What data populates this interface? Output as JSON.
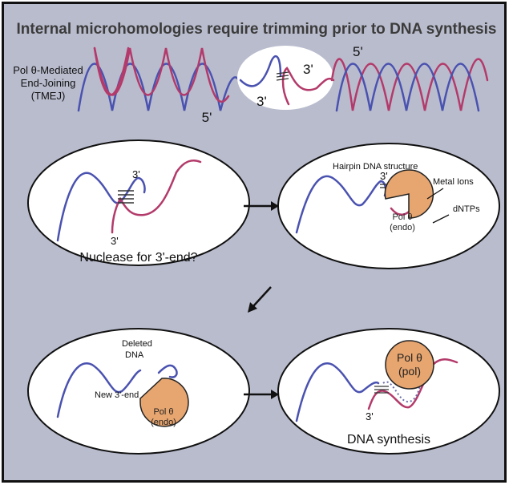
{
  "title": "Internal microhomologies require trimming prior to DNA synthesis",
  "tmej_label": [
    "Pol θ-Mediated",
    "End-Joining",
    "(TMEJ)"
  ],
  "helix": {
    "five_prime_left": "5'",
    "five_prime_right": "5'",
    "three_prime_top": "3'",
    "three_prime_bottom": "3'"
  },
  "panel1": {
    "three_prime_top": "3'",
    "three_prime_bottom": "3'",
    "caption": "Nuclease for 3'-end?"
  },
  "panel2": {
    "hairpin_label": "Hairpin DNA structure",
    "three_prime": "3'",
    "metal_ions": "Metal Ions",
    "dntps": "dNTPs",
    "pol_name": "Pol θ",
    "pol_domain": "(endo)"
  },
  "panel3": {
    "deleted_label": [
      "Deleted",
      "DNA"
    ],
    "new_end_label": "New 3'-end",
    "pol_name": "Pol θ",
    "pol_domain": "(endo)"
  },
  "panel4": {
    "pol_name": "Pol θ",
    "pol_domain": "(pol)",
    "three_prime": "3'",
    "caption": "DNA synthesis"
  },
  "colors": {
    "background": "#b9bccd",
    "blue_strand": "#4a52b0",
    "red_strand": "#b33a6a",
    "polymerase": "#e7a56f"
  }
}
